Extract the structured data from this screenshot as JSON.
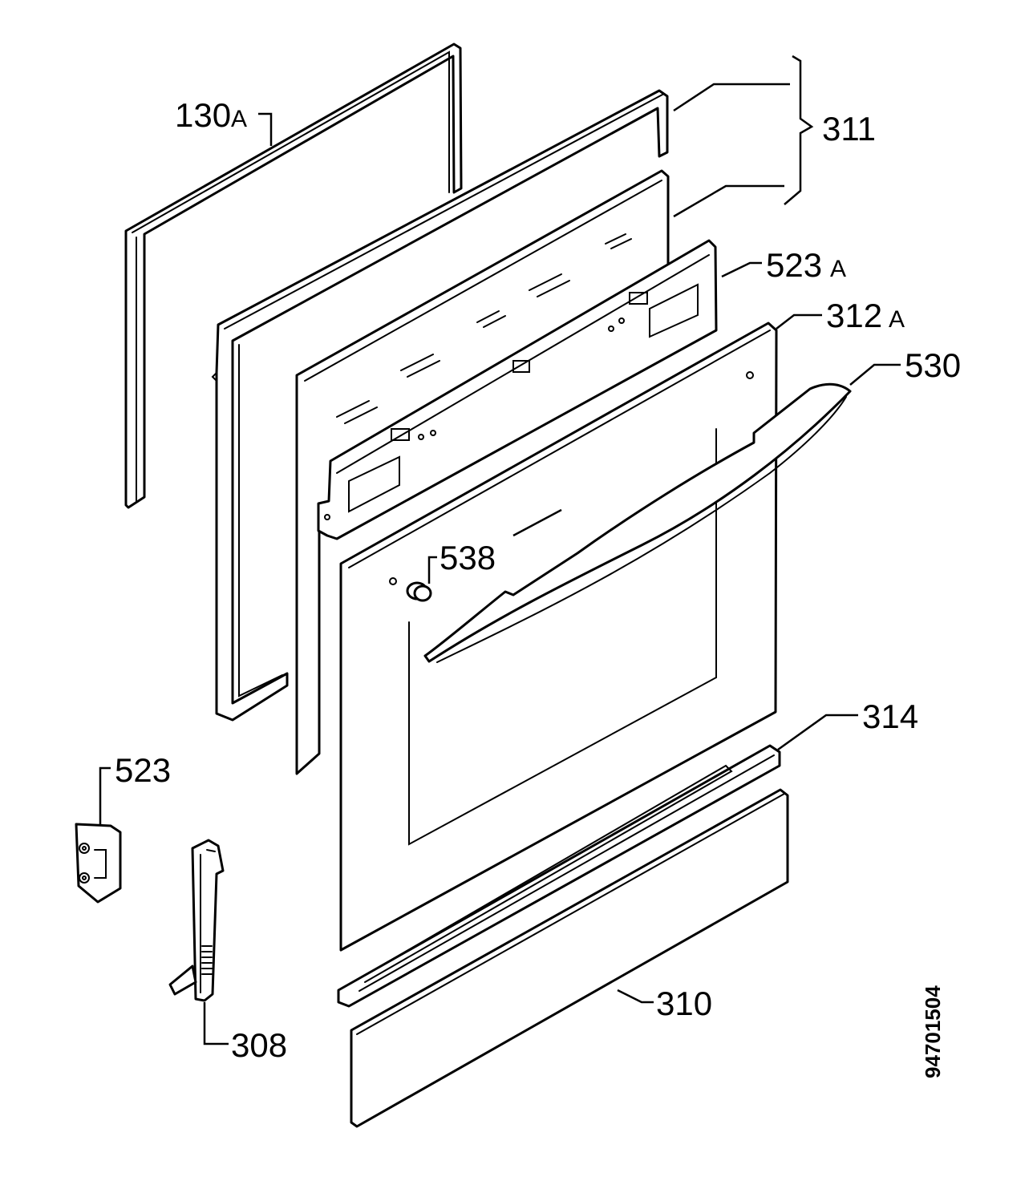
{
  "labels": {
    "p130": {
      "num": "130",
      "suffix": "A"
    },
    "p311": {
      "num": "311"
    },
    "p523a": {
      "num": "523",
      "suffix": "A"
    },
    "p312a": {
      "num": "312",
      "suffix": "A"
    },
    "p530": {
      "num": "530"
    },
    "p538": {
      "num": "538"
    },
    "p314": {
      "num": "314"
    },
    "p523": {
      "num": "523"
    },
    "p310": {
      "num": "310"
    },
    "p308": {
      "num": "308"
    }
  },
  "reference_code": "94701504"
}
